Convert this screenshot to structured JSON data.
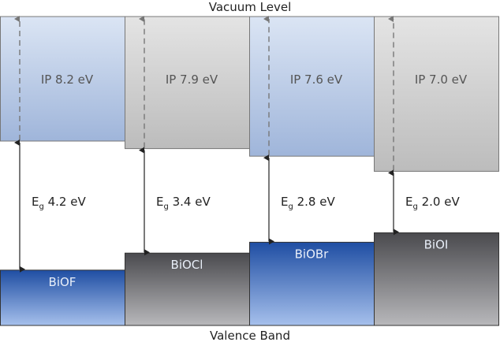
{
  "title_top": "Vacuum Level",
  "title_bottom": "Valence Band",
  "colors": {
    "blue_top": "#dbe5f4",
    "blue_bottom": "#9fb5da",
    "gray_top": "#e2e2e2",
    "gray_bottom": "#bdbdbd",
    "vb_blue_top": "#1f4ea3",
    "vb_blue_bottom": "#a6c0ec",
    "vb_gray_top": "#4a4a4e",
    "vb_gray_bottom": "#b5b5b8"
  },
  "materials": [
    {
      "name": "BiOF",
      "ip_label": "IP 8.2 eV",
      "ip": 8.2,
      "eg_prefix": "E",
      "eg_sub": "g",
      "eg_label": "4.2 eV",
      "eg": 4.2,
      "style": "blue"
    },
    {
      "name": "BiOCl",
      "ip_label": "IP 7.9 eV",
      "ip": 7.9,
      "eg_prefix": "E",
      "eg_sub": "g",
      "eg_label": "3.4 eV",
      "eg": 3.4,
      "style": "gray"
    },
    {
      "name": "BiOBr",
      "ip_label": "IP 7.6 eV",
      "ip": 7.6,
      "eg_prefix": "E",
      "eg_sub": "g",
      "eg_label": "2.8 eV",
      "eg": 2.8,
      "style": "blue"
    },
    {
      "name": "BiOI",
      "ip_label": "IP 7.0 eV",
      "ip": 7.0,
      "eg_prefix": "E",
      "eg_sub": "g",
      "eg_label": "2.0 eV",
      "eg": 2.0,
      "style": "gray"
    }
  ]
}
